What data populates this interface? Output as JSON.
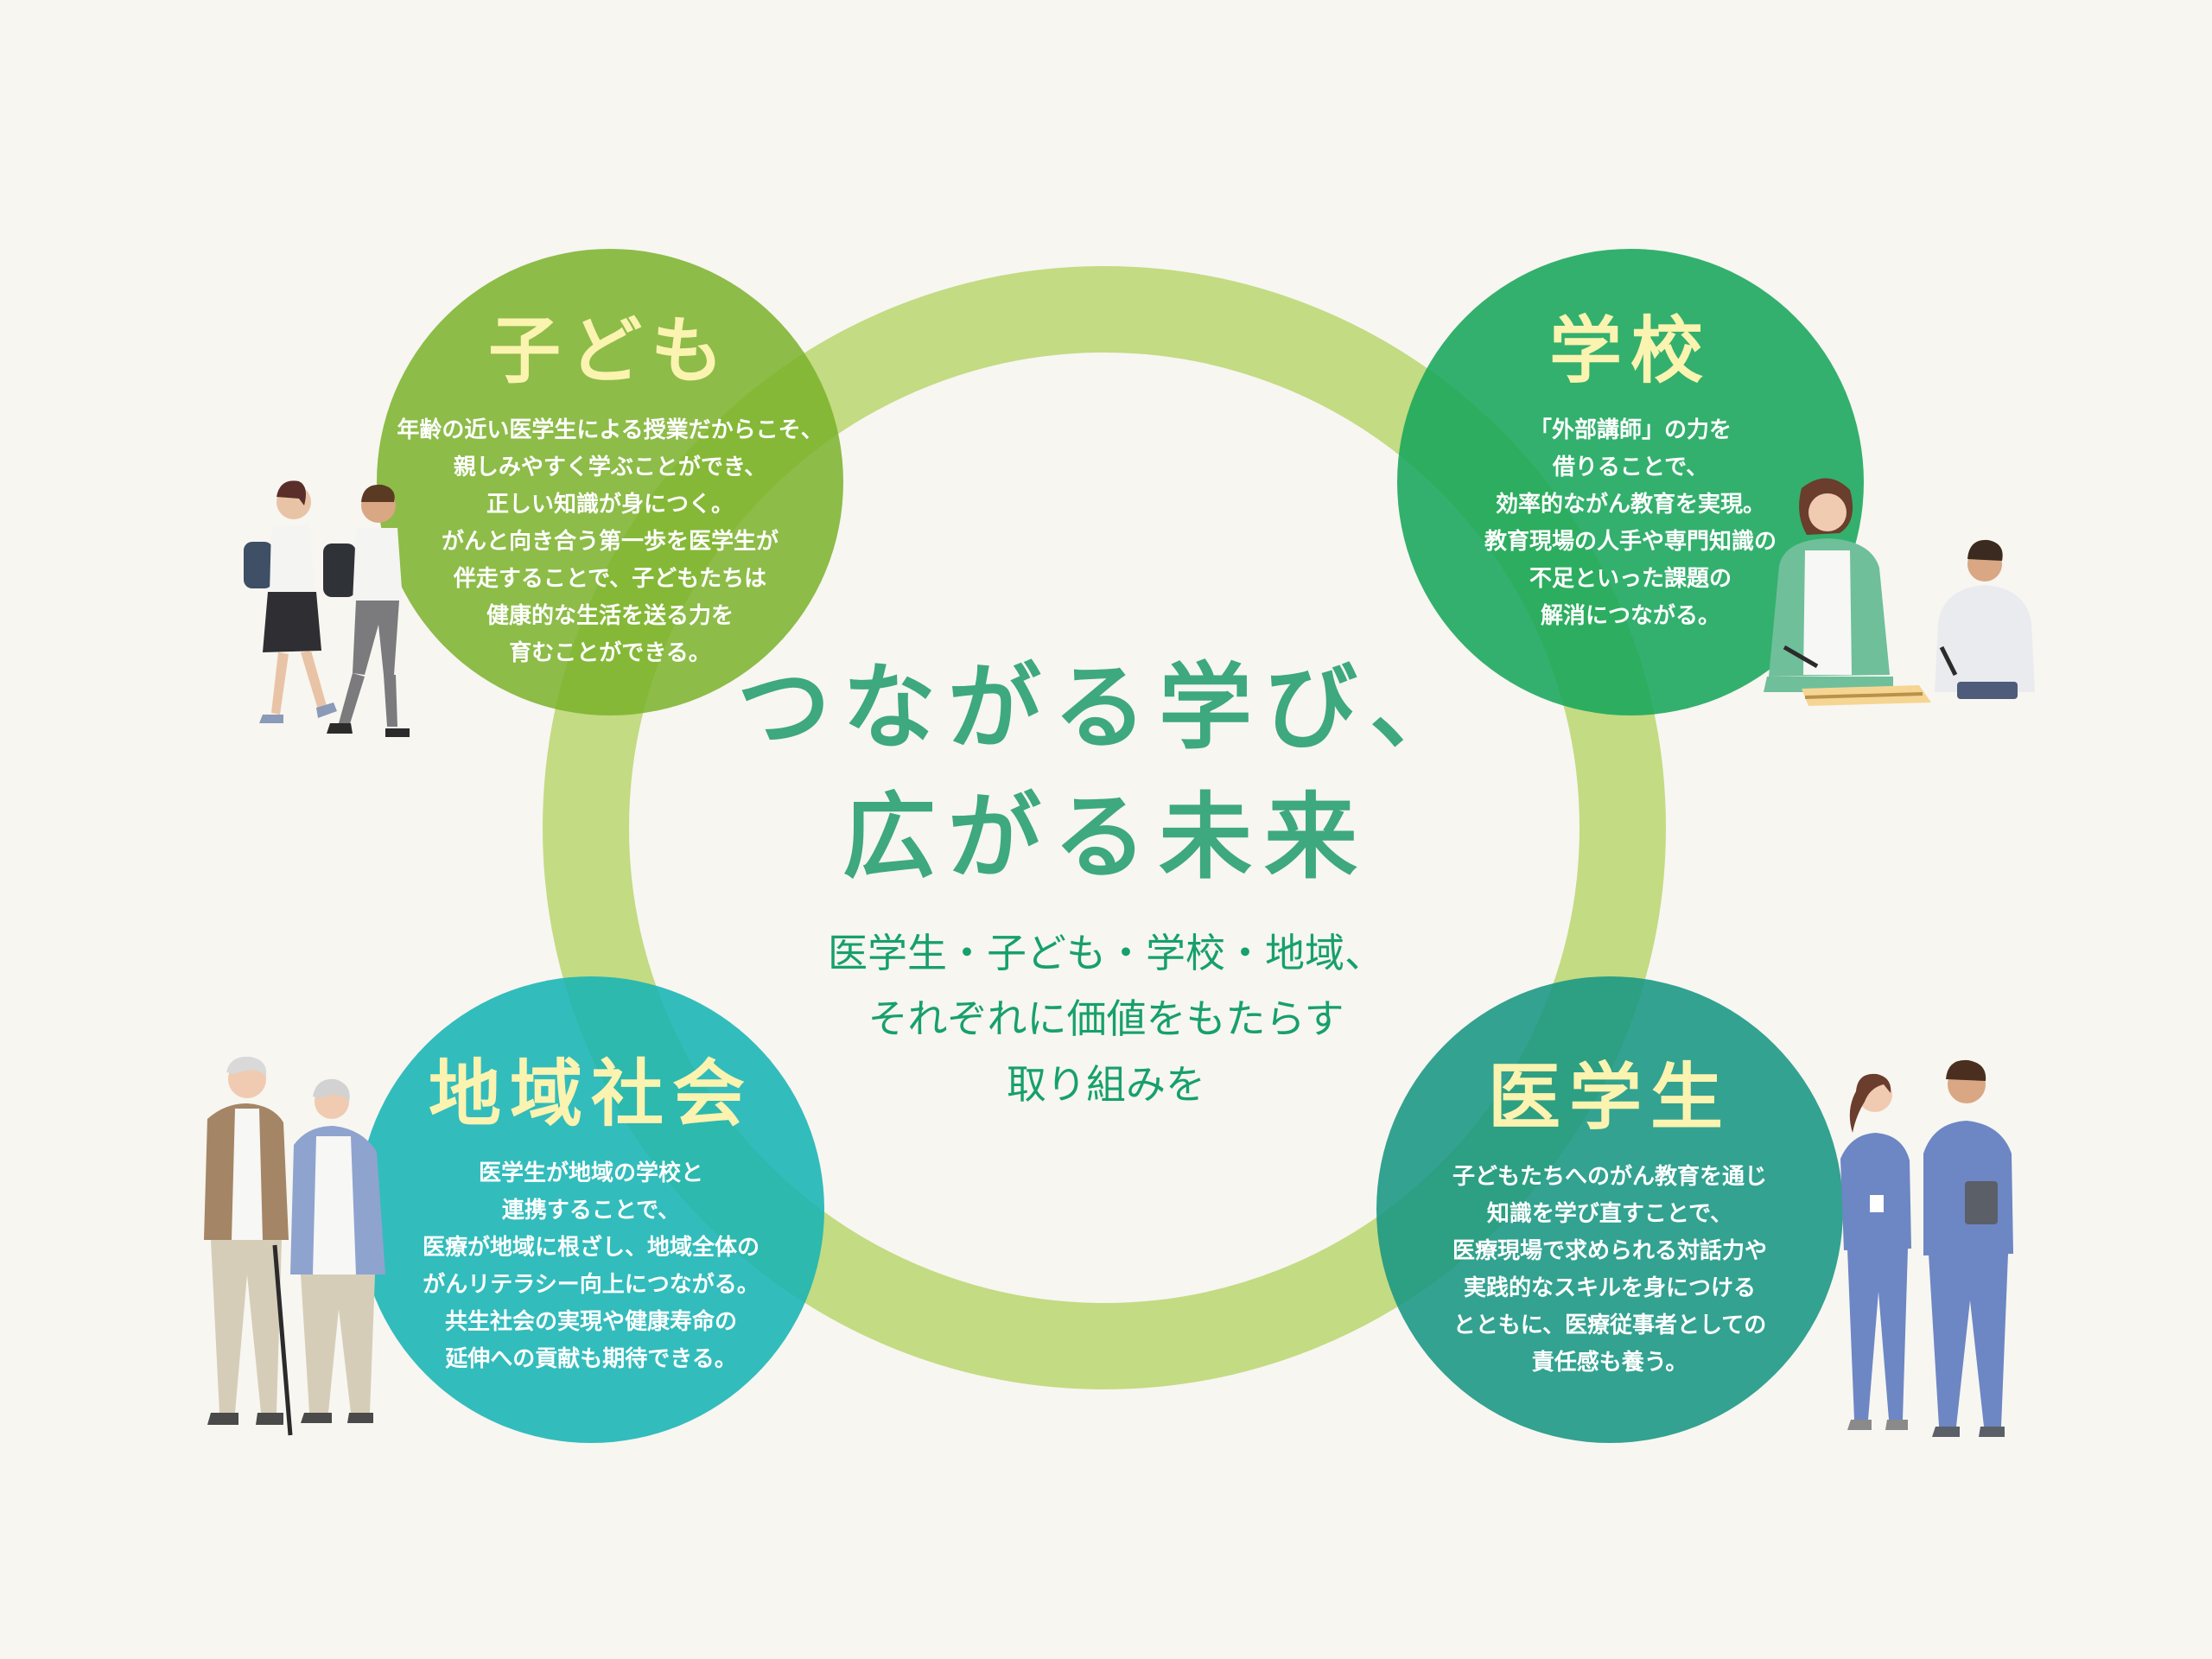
{
  "center": {
    "title": "つながる学び、\n広がる未来",
    "subtitle": "医学生・子ども・学校・地域、\nそれぞれに価値をもたらす\n取り組みを"
  },
  "bubbles": {
    "kodomo": {
      "title": "子ども",
      "body": "年齢の近い医学生による授業だからこそ、\n親しみやすく学ぶことができ、\n正しい知識が身につく。\nがんと向き合う第一歩を医学生が\n伴走することで、子どもたちは\n健康的な生活を送る力を\n育むことができる。"
    },
    "gakko": {
      "title": "学校",
      "body": "「外部講師」の力を\n借りることで、\n効率的ながん教育を実現。\n教育現場の人手や専門知識の\n不足といった課題の\n解消につながる。"
    },
    "chiiki": {
      "title": "地域社会",
      "body": "医学生が地域の学校と\n連携することで、\n医療が地域に根ざし、地域全体の\nがんリテラシー向上につながる。\n共生社会の実現や健康寿命の\n延伸への貢献も期待できる。"
    },
    "igakusei": {
      "title": "医学生",
      "body": "子どもたちへのがん教育を通じ\n知識を学び直すことで、\n医療現場で求められる対話力や\n実践的なスキルを身につける\nとともに、医療従事者としての\n責任感も養う。"
    }
  },
  "colors": {
    "ring": "#a8cc46",
    "kodomo": "#7ab22a",
    "gakko": "#18a65a",
    "chiiki": "#18b4b4",
    "igakusei": "#189682",
    "title_text": "#3ea87f",
    "subtitle_text": "#17a06a",
    "bubble_heading": "#fbf3b0"
  },
  "illustrations": [
    "students-walking-icon",
    "teachers-at-desk-icon",
    "elderly-couple-icon",
    "medical-students-icon"
  ]
}
